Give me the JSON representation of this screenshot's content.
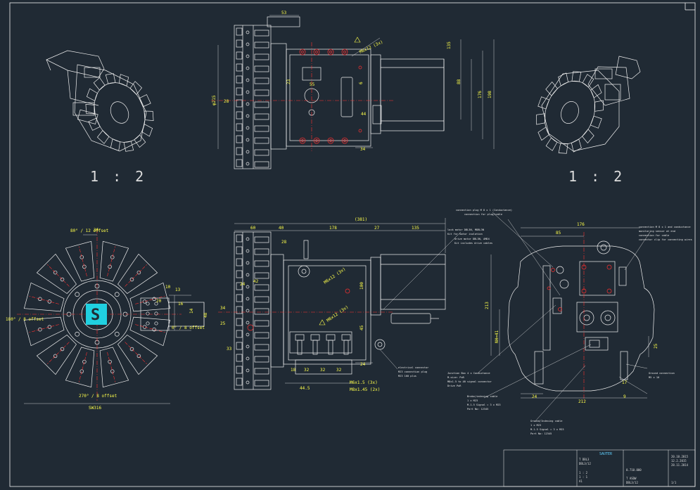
{
  "colors": {
    "background": "#202a34",
    "line": "#f0f0f0",
    "centerline": "#ff3030",
    "dimension": "#ffff4a",
    "annotation": "#e8e8e8",
    "logo": "#20d0e0"
  },
  "scales": {
    "left": "1 : 2",
    "right": "1 : 2"
  },
  "top_view": {
    "dims": {
      "d_top": "53",
      "d_phi": "φ215",
      "d_left": "28",
      "d_h23": "23",
      "d_h55": "55",
      "d_right1": "135",
      "d_right2": "88",
      "d_right3": "176",
      "d_right4": "198",
      "d_i6": "6",
      "d_i44": "44",
      "d_b34": "34",
      "d_warn": "M6x12 (3x)"
    }
  },
  "side_view": {
    "dims": {
      "d_total": "(381)",
      "d_60": "60",
      "d_40": "40",
      "d_178": "178",
      "d_27": "27",
      "d_135": "135",
      "d_28": "28",
      "d_24a": "24",
      "d_42": "42",
      "d_34": "34",
      "d_25": "25",
      "d_33": "33",
      "d_18": "18",
      "d_32": "32",
      "d_32b": "32",
      "d_32c": "32",
      "d_445": "44.5",
      "d_m6a": "M6x1.5 (3x)",
      "d_m6b": "M8x1.45 (2x)",
      "d_m10": "M6x12 (3x)",
      "d_m10b": "M6x12 (3x)",
      "d_r": "100",
      "d_r2": "45",
      "d_r3": "24"
    },
    "notes": {
      "n1": "lock motor DBL3N, MDBL3N",
      "n1b": "Kit for motor isolation",
      "n2": "drive motor DBL3N, AMD4",
      "n2b": "Kit includes drive cables",
      "n3": "electrical connector",
      "n3b": "M23 connection plug",
      "n3c": "M23 160 plus"
    }
  },
  "front_view": {
    "dims": {
      "d_topang": "80° / 12 offset",
      "d_36": "36",
      "d_10": "10",
      "d_13": "13",
      "d_20": "20",
      "d_16": "16",
      "d_14": "14",
      "d_48": "48",
      "d_180": "180° / 8 offset",
      "d_0": "0° / 8 offset",
      "d_270": "270° / 8 offset",
      "d_sw": "SW316"
    }
  },
  "rear_view": {
    "dims": {
      "d_176": "176",
      "d_85": "85",
      "d_213": "213",
      "d_nh": "NH=41",
      "d_25": "25",
      "d_24": "24",
      "d_212": "212",
      "d_17": "17",
      "d_9": "9"
    },
    "notes": {
      "nl1": "connection plug M 8 x 1 (Conductance)",
      "nl1b": "connection for plug/cable",
      "nl2": "Junction Box 4 x Conductance",
      "nl2b": "M-size: PoR",
      "nl2c": "M8x1.5 to AR signal connector",
      "nl2d": "Drive PoR",
      "nl3": "Brake/indexing cable",
      "nl3b": "1 x M23",
      "nl3c": "M-1.5 Signal = 3 x M23",
      "nl3d": "Part No: 12345",
      "nl4": "Ground/Indexing cable",
      "nl4b": "1 x M23",
      "nl4c": "M-1.5 Signal = 3 x M23",
      "nl4d": "Part No: 12345",
      "nr1": "connection M 8 x 1 and conductance",
      "nr1b": "monitoring sensor at end",
      "nr1c": "connection for cable",
      "nr1d": "connector clip for connecting wires",
      "nr2": "Ground connection",
      "nr2b": "M5 x 10"
    }
  },
  "title_block": {
    "company": "SAUTER",
    "r1": "T DBL3",
    "r2": "DBL3/12",
    "c1": "1 : 2",
    "c2": "1 : 1",
    "c3": "A1",
    "name1": "T ASDW",
    "name2": "DBL3/12",
    "dt": "20.10.2015",
    "dt2": "12.2.2015",
    "dt3": "28.11.2014",
    "dwg": "0.710.000",
    "sheet": "1/1"
  }
}
